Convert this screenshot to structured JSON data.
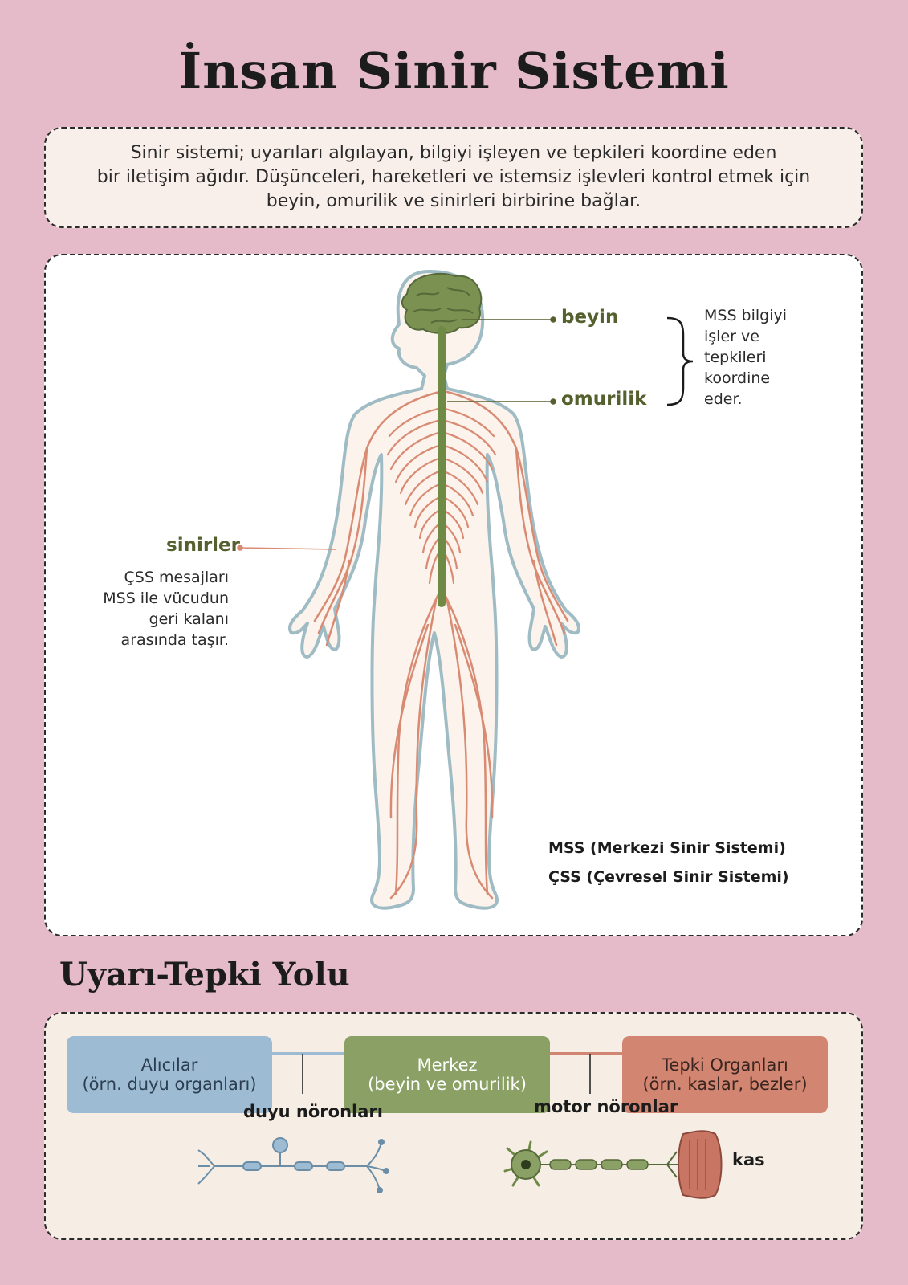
{
  "title": "İnsan Sinir Sistemi",
  "intro": {
    "line1": "Sinir sistemi; uyarıları algılayan, bilgiyi işleyen ve tepkileri koordine eden",
    "line2": "bir iletişim ağıdır. Düşünceleri, hareketleri ve istemsiz işlevleri kontrol etmek için",
    "line3": "beyin, omurilik ve sinirleri birbirine bağlar."
  },
  "diagram": {
    "brain_label": "beyin",
    "spine_label": "omurilik",
    "nerves_label": "sinirler",
    "cns_note": [
      "MSS bilgiyi",
      "işler ve",
      "tepkileri",
      "koordine",
      "eder."
    ],
    "pns_note": [
      "ÇSS mesajları",
      "MSS ile vücudun",
      "geri kalanı",
      "arasında taşır."
    ],
    "legend_cns": "MSS (Merkezi Sinir Sistemi)",
    "legend_pns": "ÇSS (Çevresel Sinir Sistemi)",
    "colors": {
      "cns": "#6e8a45",
      "pns": "#d98a72",
      "outline": "#9fbcc5",
      "skin": "#fbf3ec"
    }
  },
  "pathway": {
    "section_title": "Uyarı-Tepki Yolu",
    "receptors": {
      "line1": "Alıcılar",
      "line2": "(örn. duyu organları)"
    },
    "center": {
      "line1": "Merkez",
      "line2": "(beyin ve omurilik)"
    },
    "effectors": {
      "line1": "Tepki Organları",
      "line2": "(örn. kaslar, bezler)"
    },
    "sensory_label": "duyu nöronları",
    "motor_label": "motor nöronlar",
    "muscle_label": "kas",
    "colors": {
      "receptors": "#9dbcd3",
      "center": "#8aa065",
      "effectors": "#d28570"
    }
  }
}
